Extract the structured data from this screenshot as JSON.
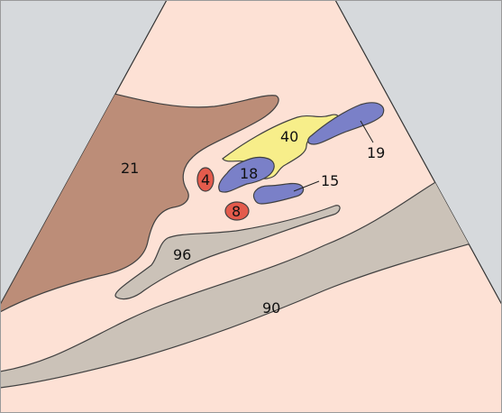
{
  "colors": {
    "background": "#d6d9dc",
    "frame": "#9a9a9a",
    "sector": "#fde1d5",
    "region_21": "#bc8d78",
    "region_90_96": "#cbc2b8",
    "region_40": "#f7ee8a",
    "vessels_blue": "#7a80c8",
    "nodes_red": "#e45b4c"
  },
  "labels": {
    "l21": "21",
    "l4": "4",
    "l18": "18",
    "l40": "40",
    "l19": "19",
    "l15": "15",
    "l8": "8",
    "l96": "96",
    "l90": "90"
  }
}
